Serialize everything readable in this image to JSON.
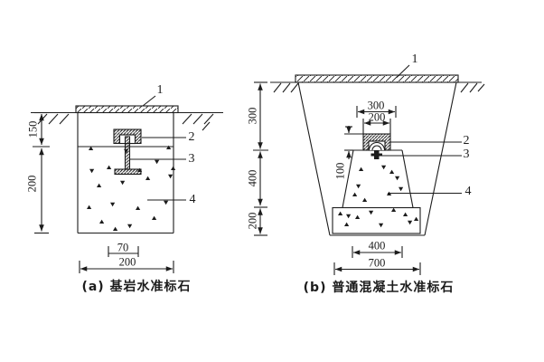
{
  "figure": {
    "background": "#ffffff",
    "ink": "#1c1c1c"
  },
  "diagram_a": {
    "caption": "(a) 基岩水准标石",
    "labels": {
      "l1": "1",
      "l2": "2",
      "l3": "3",
      "l4": "4"
    },
    "dims": {
      "depth_top": "150",
      "depth_body": "200",
      "width_pillar": "70",
      "width_pit": "200"
    }
  },
  "diagram_b": {
    "caption": "(b) 普通混凝土水准标石",
    "labels": {
      "l1": "1",
      "l2": "2",
      "l3": "3",
      "l4": "4"
    },
    "dims": {
      "depth_top": "300",
      "depth_mid": "400",
      "depth_base": "200",
      "cap_outer": "300",
      "cap_inner": "200",
      "cap_height": "100",
      "base_top": "400",
      "base_bottom": "700"
    }
  }
}
